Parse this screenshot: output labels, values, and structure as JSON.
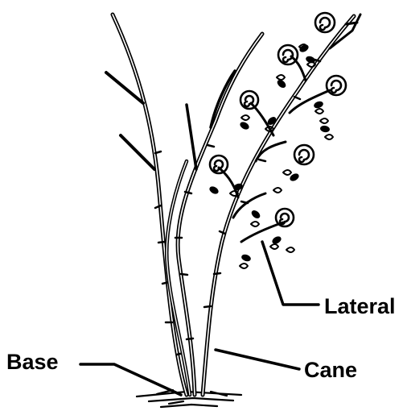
{
  "labels": {
    "lateral": "Lateral",
    "base": "Base",
    "cane": "Cane"
  },
  "colors": {
    "ink": "#000000",
    "paper": "#ffffff"
  }
}
